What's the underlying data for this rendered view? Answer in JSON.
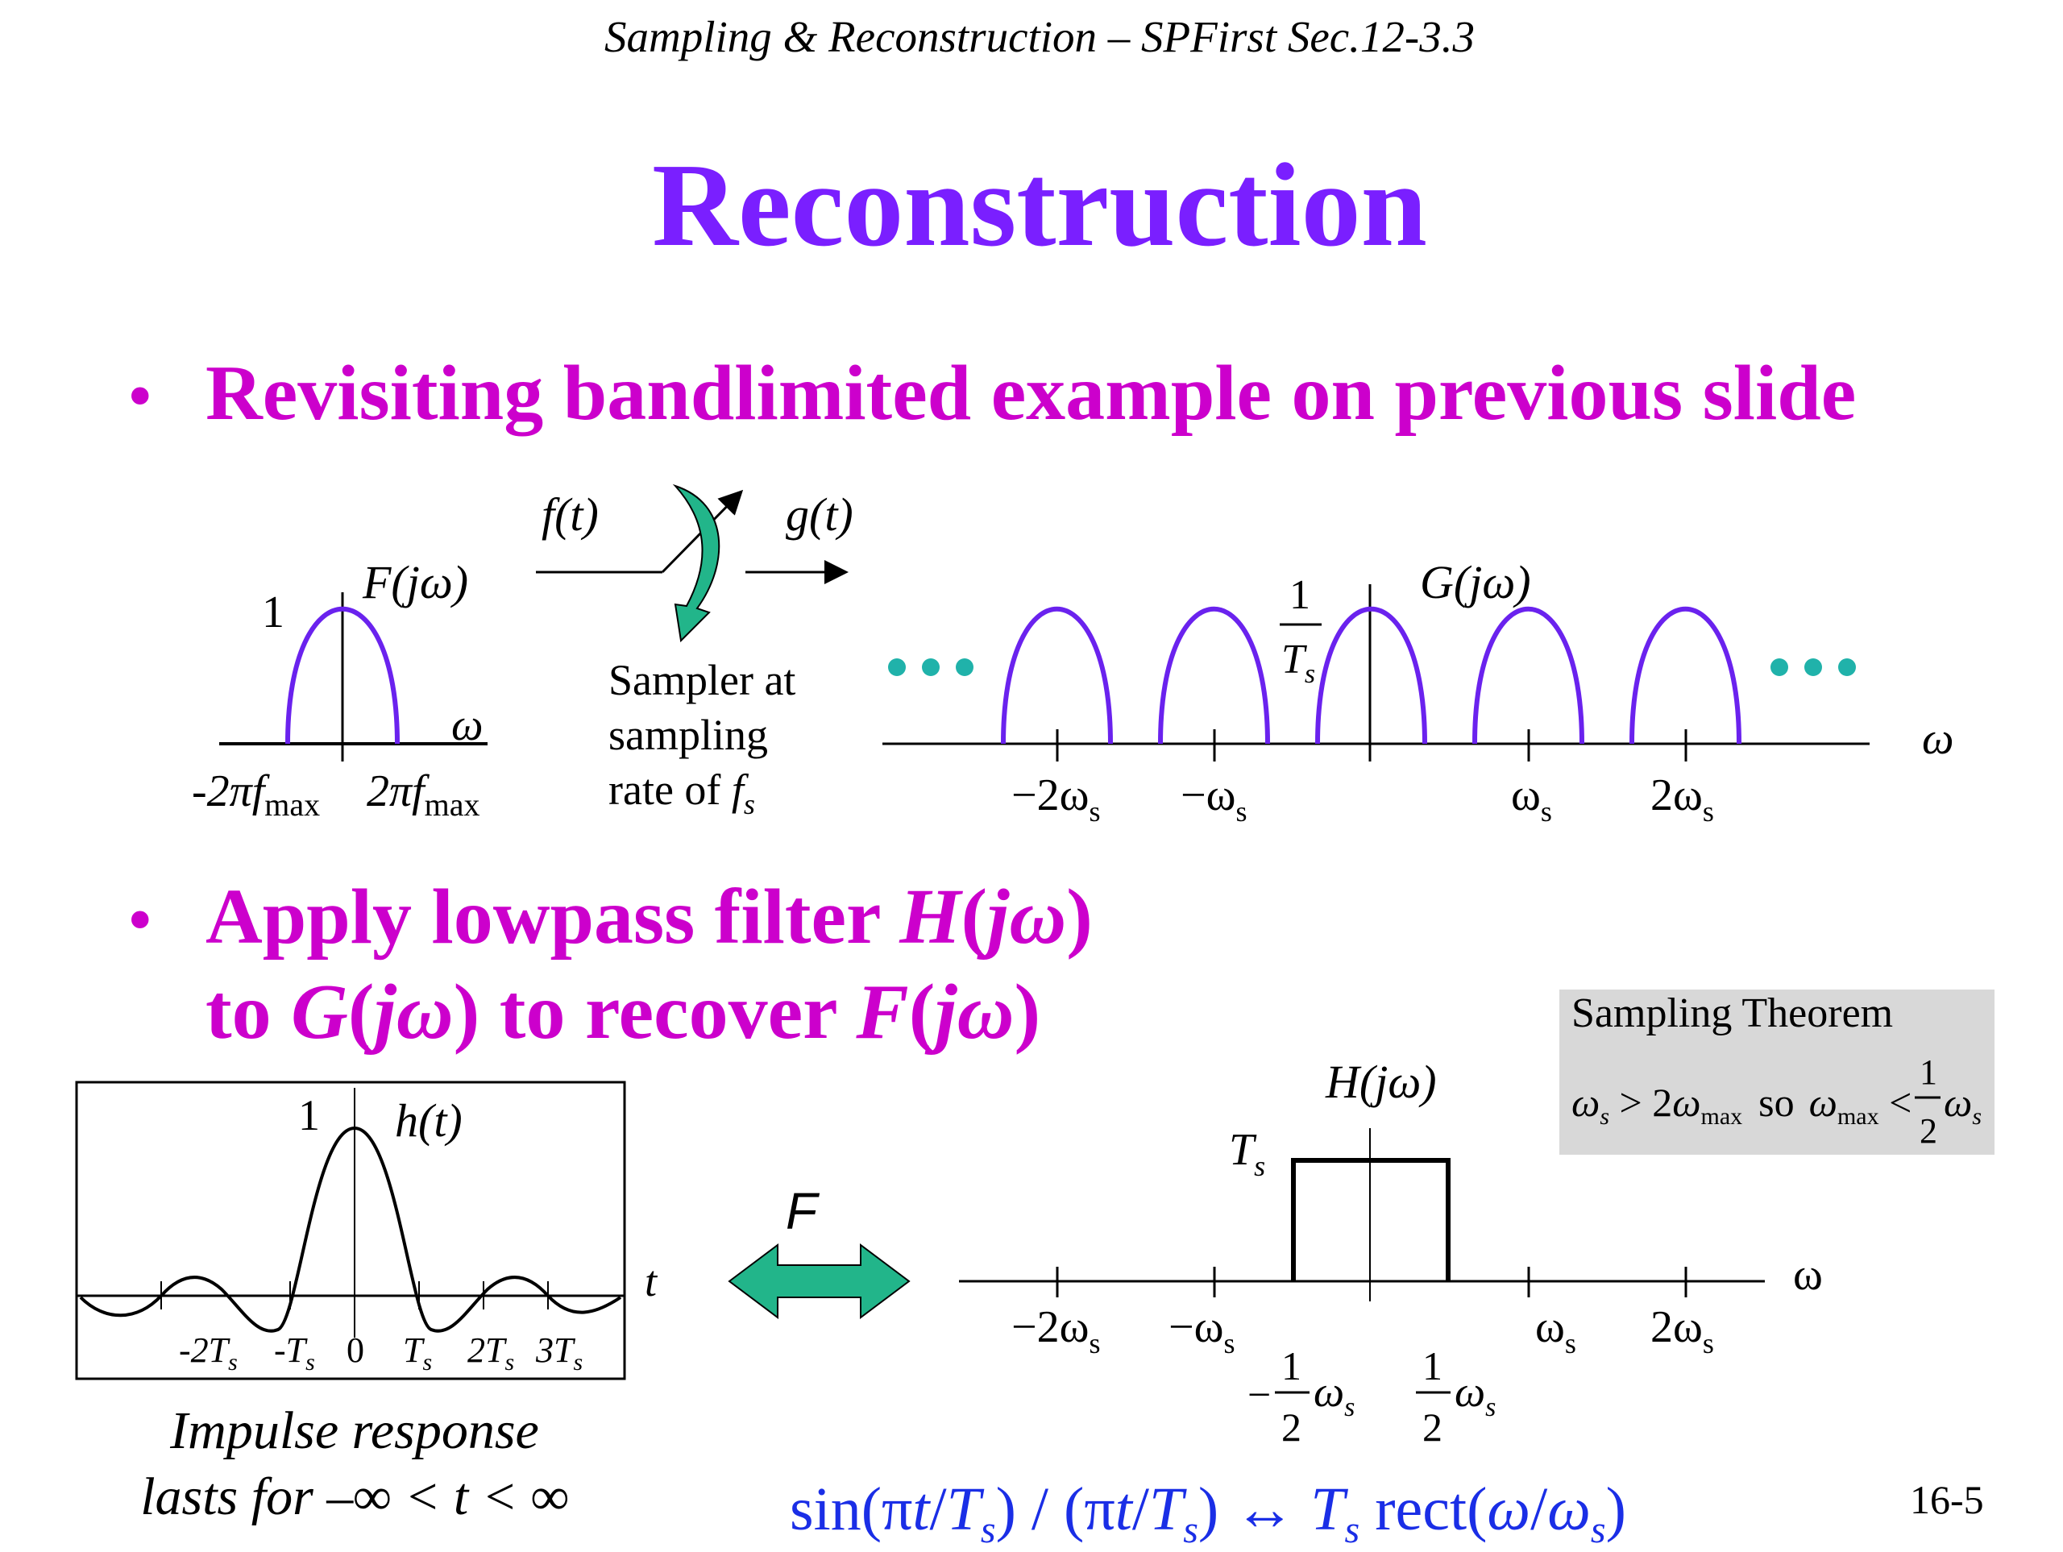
{
  "header": "Sampling & Reconstruction – SPFirst Sec.12-3.3",
  "title": "Reconstruction",
  "bullets": [
    {
      "text": "Revisiting bandlimited example on previous slide"
    },
    {
      "line1_a": "Apply lowpass filter ",
      "line1_b": "H",
      "line1_c": "(",
      "line1_d": "j",
      "line1_e": "ω",
      "line1_f": ")",
      "line2_a": "to ",
      "line2_b": "G",
      "line2_c": "(",
      "line2_d": "j",
      "line2_e": "ω",
      "line2_f": ") to recover ",
      "line2_g": "F",
      "line2_h": "(",
      "line2_i": "j",
      "line2_j": "ω",
      "line2_k": ")"
    }
  ],
  "input_spectrum": {
    "label": "F(jω)",
    "peak": "1",
    "axis": "ω",
    "tick_left": "-2πf",
    "tick_left_sub": "max",
    "tick_right": "2πf",
    "tick_right_sub": "max"
  },
  "sampler": {
    "input": "f(t)",
    "output": "g(t)",
    "caption_1": "Sampler at",
    "caption_2": "sampling",
    "caption_3": "rate of ",
    "caption_3_var": "f",
    "caption_3_sub": "s"
  },
  "sampled_spectrum": {
    "label": "G(jω)",
    "peak_num": "1",
    "peak_den": "T",
    "peak_den_sub": "s",
    "axis": "ω",
    "ellipsis": "• • •",
    "ticks": [
      {
        "main": "−2ω",
        "sub": "s"
      },
      {
        "main": "−ω",
        "sub": "s"
      },
      {
        "main": "ω",
        "sub": "s"
      },
      {
        "main": "2ω",
        "sub": "s"
      }
    ]
  },
  "impulse_response": {
    "label": "h(t)",
    "peak": "1",
    "axis": "t",
    "ticks": [
      {
        "main": "-2T",
        "sub": "s"
      },
      {
        "main": "-T",
        "sub": "s"
      },
      {
        "main": "0",
        "sub": ""
      },
      {
        "main": "T",
        "sub": "s"
      },
      {
        "main": "2T",
        "sub": "s"
      },
      {
        "main": "3T",
        "sub": "s"
      }
    ],
    "caption_1": "Impulse response",
    "caption_2": "lasts for –∞ < t < ∞"
  },
  "transform_label": "F",
  "filter": {
    "label": "H(jω)",
    "height": "T",
    "height_sub": "s",
    "axis": "ω",
    "ticks": [
      {
        "main": "−2ω",
        "sub": "s"
      },
      {
        "main": "−ω",
        "sub": "s"
      },
      {
        "main": "ω",
        "sub": "s"
      },
      {
        "main": "2ω",
        "sub": "s"
      }
    ],
    "cutoff_left_sign": "−",
    "cutoff_num": "1",
    "cutoff_den": "2",
    "cutoff_var": "ω",
    "cutoff_sub": "s"
  },
  "theorem": {
    "title": "Sampling Theorem",
    "w_s": "ω",
    "s": "s",
    "gt": " > 2",
    "w_max": "ω",
    "max": "max",
    "so": "so",
    "lt": " <",
    "half_num": "1",
    "half_den": "2"
  },
  "formula": "sin(πt/T",
  "formula_parts": {
    "p1": "sin(π",
    "t": "t",
    "p2": "/",
    "T": "T",
    "s": "s",
    "p3": ") / (π",
    "p4": "/",
    "p5": ") ↔ ",
    "p6": " rect(",
    "w": "ω",
    "slash": "/",
    "ws": "ω",
    "p7": ")"
  },
  "page_number": "16-5",
  "colors": {
    "title": "#7a1fff",
    "bullet": "#cc00cc",
    "curve": "#6a22ee",
    "formula": "#1a2ee6",
    "arrow_fill": "#22b58a",
    "dots": "#20b2aa",
    "theorem_bg": "#d8d8d8"
  }
}
